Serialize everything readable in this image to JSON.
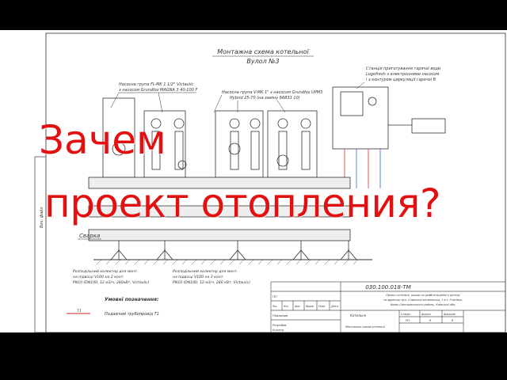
{
  "headline": {
    "line1": "Зачем",
    "line2": "проект отопления?",
    "color": "#e21010"
  },
  "drawing": {
    "title_line1": "Монтажна схема котельної",
    "title_line2": "Вулол №3",
    "note_pump_group_1_a": "Насосна група FL-MK 1 1/2\" Victaulic",
    "note_pump_group_1_b": "з насосом Grundfos MAGNA 3 40-100 F",
    "note_pump_group_2_a": "Насосна група V-MK 1\" з насосом Grundfos UPM3",
    "note_pump_group_2_b": "Hybrid 25-70 (на заміну 66833 10)",
    "note_station_a": "Станція приготування гарячої води",
    "note_station_b": "Logofresh з електронними насосом",
    "note_station_c": "і з контуром циркуляції гарячої В",
    "label_welding": "Сварка",
    "collector_1_a": "Розподільний колектор для монт.",
    "collector_1_b": "на підвісці V100 на 2 конт.",
    "collector_1_c": "PN10 (DN100, 12 м3/ч, 280кВт, Victaulic)",
    "collector_2_a": "Розподільний колектор для монт.",
    "collector_2_b": "на підвісці V100 на 3 конт.",
    "collector_2_c": "PN10 (DN100, 12 м3/ч, 280 кВт, Victaulic)",
    "legend_title": "Умовні позначення:",
    "legend_item_1_code": "Т1",
    "legend_item_1": "Подаючий трубопровід Т1",
    "side_label": "Вих. файл",
    "stamp": {
      "code": "030.100.018-ТМ",
      "desc_1": "Проект котельні, школи по реабілітаційного центру",
      "desc_2": "за адресою: вул. Старокостянтинівська, 1 в с. Гнатівка,",
      "desc_3": "Києво-Святошинського району, Київської обл.",
      "row_labels": [
        "Зм.",
        "Кіл.",
        "Арк.",
        "№док.",
        "Підп.",
        "Дата"
      ],
      "row_tl": "ГІП",
      "row_checked": "Перевірив",
      "row_developed": "Розробив",
      "row_control": "Н.контр.",
      "section_name": "Котельня",
      "sheet_name": "Монтажна схема котельні",
      "col_stage": "Стадія",
      "col_sheet": "Аркуш",
      "col_sheets": "Аркушів",
      "stage_value": "РП",
      "sheet_value": "8",
      "sheets_value": "8"
    }
  }
}
